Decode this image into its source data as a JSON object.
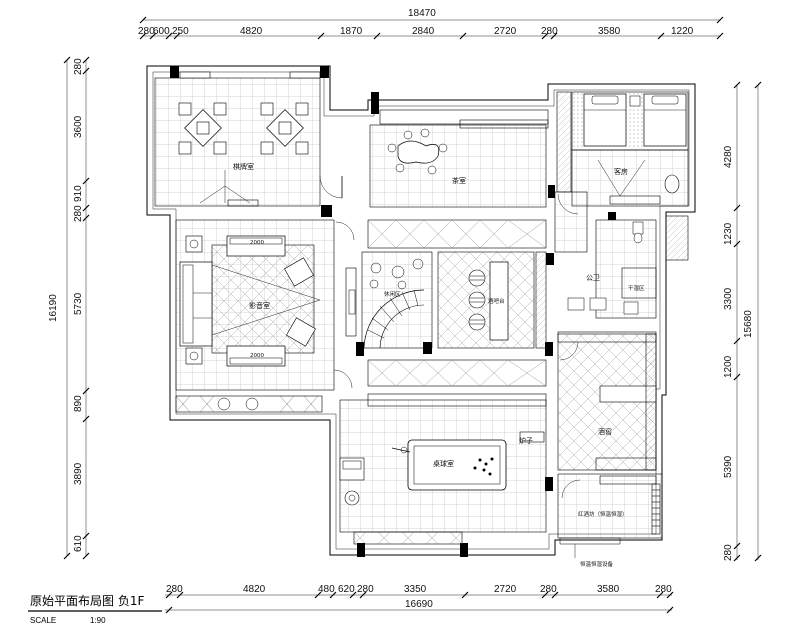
{
  "plan": {
    "title": "原始平面布局图 负1F",
    "scale_label": "SCALE",
    "scale_value": "1:90"
  },
  "dimensions": {
    "top_total": "18470",
    "top_segments": [
      "280",
      "600",
      "250",
      "4820",
      "1870",
      "2840",
      "2720",
      "280",
      "3580",
      "1220"
    ],
    "bottom_total": "16690",
    "bottom_segments": [
      "280",
      "4820",
      "480",
      "620",
      "280",
      "3350",
      "2720",
      "280",
      "3580",
      "280"
    ],
    "left_total": "16190",
    "left_segments": [
      "280",
      "3600",
      "910",
      "280",
      "5730",
      "890",
      "3890",
      "610"
    ],
    "right_total": "15680",
    "right_segments": [
      "4280",
      "1230",
      "3300",
      "1200",
      "5390",
      "280"
    ]
  },
  "rooms": {
    "chess_room": "棋牌室",
    "tea_room": "茶室",
    "guest_room": "客房",
    "public_wc": "公卫",
    "dry_area": "干湿区",
    "cinema": "影音室",
    "lounge": "休闲区",
    "bar": "酒吧台",
    "billiards": "桌球室",
    "fireplace": "炉子",
    "wine_room": "酒窖",
    "wine_cellar": "红酒坊（恒温恒湿）",
    "note_label": "恒温恒湿设备",
    "sofa_size": "2000"
  }
}
